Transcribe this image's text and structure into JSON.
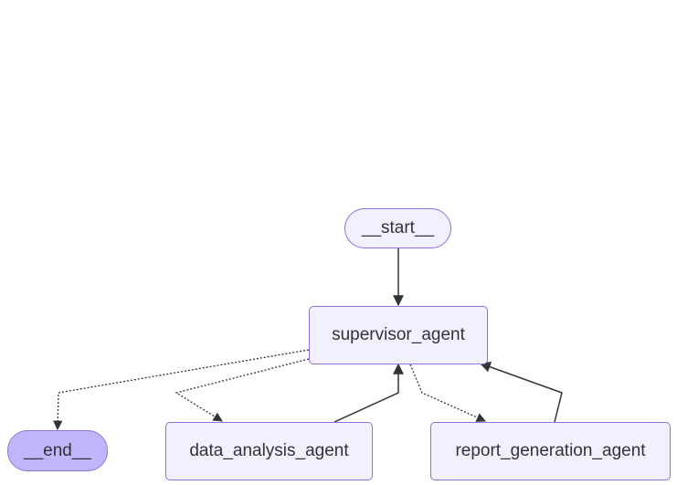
{
  "diagram": {
    "nodes": {
      "start": "__start__",
      "supervisor": "supervisor_agent",
      "end": "__end__",
      "data_analysis": "data_analysis_agent",
      "report_generation": "report_generation_agent"
    },
    "edges": [
      {
        "from": "__start__",
        "to": "supervisor_agent",
        "style": "solid"
      },
      {
        "from": "supervisor_agent",
        "to": "__end__",
        "style": "dotted"
      },
      {
        "from": "supervisor_agent",
        "to": "data_analysis_agent",
        "style": "dotted"
      },
      {
        "from": "supervisor_agent",
        "to": "report_generation_agent",
        "style": "dotted"
      },
      {
        "from": "data_analysis_agent",
        "to": "supervisor_agent",
        "style": "solid"
      },
      {
        "from": "report_generation_agent",
        "to": "supervisor_agent",
        "style": "solid"
      }
    ],
    "colors": {
      "node_fill": "#f2f0ff",
      "node_border": "#9370db",
      "terminal_fill": "#bfb6fc",
      "edge": "#333333",
      "text": "#333333"
    }
  }
}
